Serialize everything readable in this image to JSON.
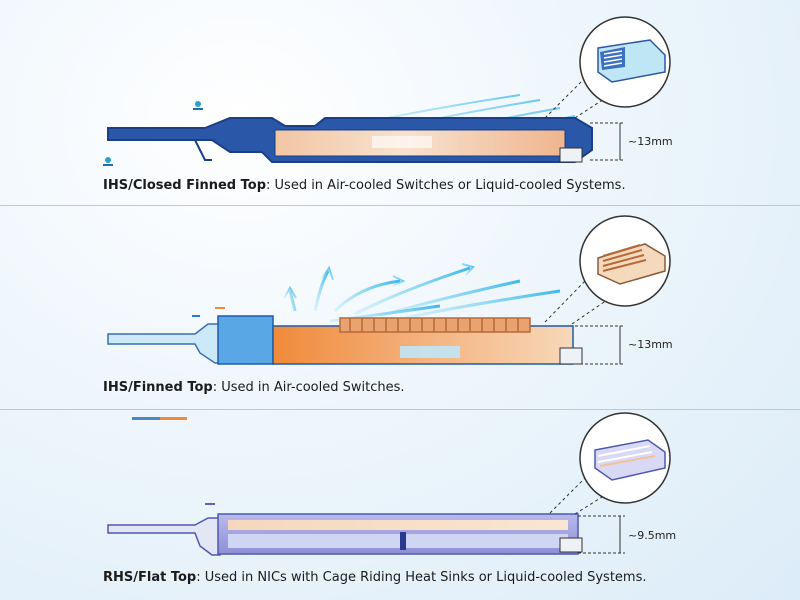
{
  "sections": [
    {
      "title": "IHS/Closed Finned Top",
      "description": ": Used in Air-cooled Switches or Liquid-cooled Systems.",
      "dimension": "~13mm",
      "colors": {
        "housing": "#2a57a8",
        "core": "#f0a070",
        "accent": "#1a3f86"
      }
    },
    {
      "title": "IHS/Finned Top",
      "description": ": Used in Air-cooled Switches.",
      "dimension": "~13mm",
      "colors": {
        "housing": "#3b8ad6",
        "core": "#f08a3a",
        "fins": "#e8a36e"
      }
    },
    {
      "title": "RHS/Flat Top",
      "description": ": Used in NICs with Cage Riding Heat Sinks or Liquid-cooled Systems.",
      "dimension": "~9.5mm",
      "colors": {
        "housing": "#8e8fd6",
        "core": "#f4c9a8",
        "accent": "#4c5ab0"
      }
    }
  ]
}
